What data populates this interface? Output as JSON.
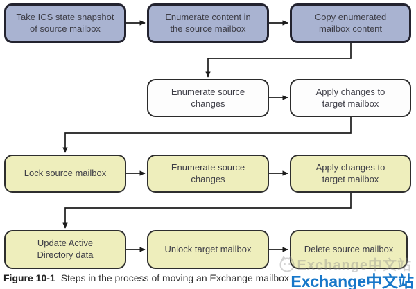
{
  "figure": {
    "caption_label": "Figure 10-1",
    "caption_text": "Steps in the process of moving an Exchange mailbox"
  },
  "flowchart": {
    "nodes": [
      {
        "id": "take-ics-snapshot",
        "label": "Take ICS state snapshot\nof source mailbox",
        "style": "blue"
      },
      {
        "id": "enumerate-content",
        "label": "Enumerate content in\nthe source mailbox",
        "style": "blue"
      },
      {
        "id": "copy-enumerated-content",
        "label": "Copy enumerated\nmailbox content",
        "style": "blue"
      },
      {
        "id": "enumerate-source-changes-initial",
        "label": "Enumerate source\nchanges",
        "style": "white"
      },
      {
        "id": "apply-changes-initial",
        "label": "Apply changes to\ntarget mailbox",
        "style": "white"
      },
      {
        "id": "lock-source-mailbox",
        "label": "Lock source mailbox",
        "style": "yellow"
      },
      {
        "id": "enumerate-source-changes-final",
        "label": "Enumerate source\nchanges",
        "style": "yellow"
      },
      {
        "id": "apply-changes-final",
        "label": "Apply changes to\ntarget mailbox",
        "style": "yellow"
      },
      {
        "id": "update-active-directory",
        "label": "Update Active\nDirectory data",
        "style": "yellow"
      },
      {
        "id": "unlock-target-mailbox",
        "label": "Unlock target mailbox",
        "style": "yellow"
      },
      {
        "id": "delete-source-mailbox",
        "label": "Delete source mailbox",
        "style": "yellow"
      }
    ]
  },
  "watermark": {
    "overlay_text": "Exchange中文站",
    "brand_text": "Exchange中文站",
    "logo_icon": "cat-face-logo"
  },
  "colors": {
    "box_blue": "#a9b3d1",
    "box_white": "#fdfdfd",
    "box_yellow": "#eeeebc",
    "box_border": "#2b2b2b",
    "connector": "#1c1c1c",
    "text": "#3d3d46",
    "brand_blue": "#1777c9",
    "watermark_gray": "#8a8a8a"
  }
}
